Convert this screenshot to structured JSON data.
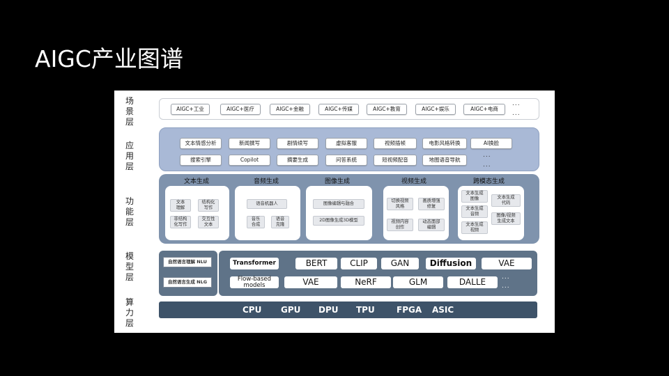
{
  "slide": {
    "title": "AIGC产业图谱"
  },
  "layers": {
    "scene": "场\n景\n层",
    "application": "应\n用\n层",
    "function": "功\n能\n层",
    "model": "模\n型\n层",
    "compute": "算\n力\n层"
  },
  "scene_items": [
    "AIGC+工业",
    "AIGC+医疗",
    "AIGC+金融",
    "AIGC+传媒",
    "AIGC+教育",
    "AIGC+娱乐",
    "AIGC+电商"
  ],
  "application_items": {
    "row1": [
      "文本情感分析",
      "新闻撰写",
      "剧情续写",
      "虚拟客服",
      "视频插帧",
      "电影风格转换",
      "AI换脸"
    ],
    "row2": [
      "搜索引擎",
      "Copilot",
      "摘要生成",
      "问答系统",
      "短视频配音",
      "地图语音导航"
    ]
  },
  "function_groups": {
    "text": {
      "title": "文本生成",
      "items": [
        "文本\n理解",
        "结构化\n写作",
        "非结构\n化写作",
        "交互性\n文本"
      ]
    },
    "audio": {
      "title": "音频生成",
      "items": [
        "语音机器人",
        "音乐\n合成",
        "语音\n克隆"
      ]
    },
    "image": {
      "title": "图像生成",
      "items": [
        "图像编辑与融合",
        "2D图像生成3D模型"
      ]
    },
    "video": {
      "title": "视频生成",
      "items": [
        "切换视频\n风格",
        "画质增强\n修复",
        "视频内容\n创作",
        "动态面部\n编辑"
      ]
    },
    "cross": {
      "title": "跨模态生成",
      "items": [
        "文本生成\n图像",
        "文本生成\n代码",
        "文本生成\n音频",
        "图像/视频\n生成文本",
        "文本生成\n视频"
      ]
    }
  },
  "model_items": {
    "nlu": "自然语言理解 NLU",
    "nlg": "自然语言生成 NLG",
    "row1": [
      "Transformer",
      "BERT",
      "CLIP",
      "GAN",
      "Diffusion",
      "VAE"
    ],
    "row2": [
      "Flow-based\nmodels",
      "VAE",
      "NeRF",
      "GLM",
      "DALLE"
    ]
  },
  "compute_items": [
    "CPU",
    "GPU",
    "DPU",
    "TPU",
    "FPGA",
    "ASIC"
  ],
  "more": "...",
  "colors": {
    "application_band": "#a9b9d6",
    "function_band": "#7f93ad",
    "model_band": "#5f7388",
    "compute_band": "#3e5369"
  }
}
